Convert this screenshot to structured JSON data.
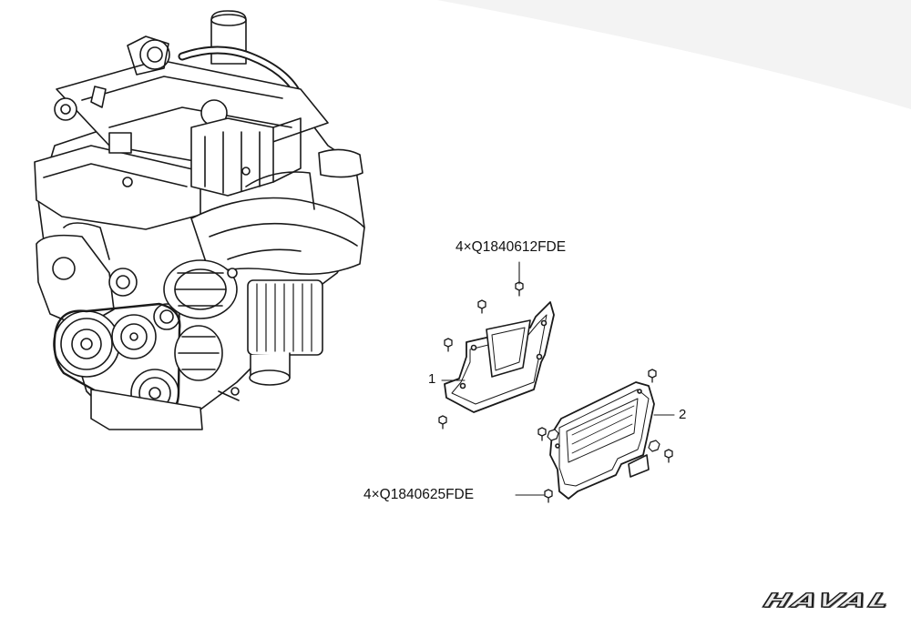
{
  "callouts": {
    "upper_bolts": "4×Q1840612FDE",
    "lower_bolts": "4×Q1840625FDE",
    "part_1": "1",
    "part_2": "2"
  },
  "logo": {
    "text": "HAVAL"
  },
  "colors": {
    "line": "#1a1a1a",
    "paper": "#ffffff",
    "fill": "#ffffff"
  }
}
